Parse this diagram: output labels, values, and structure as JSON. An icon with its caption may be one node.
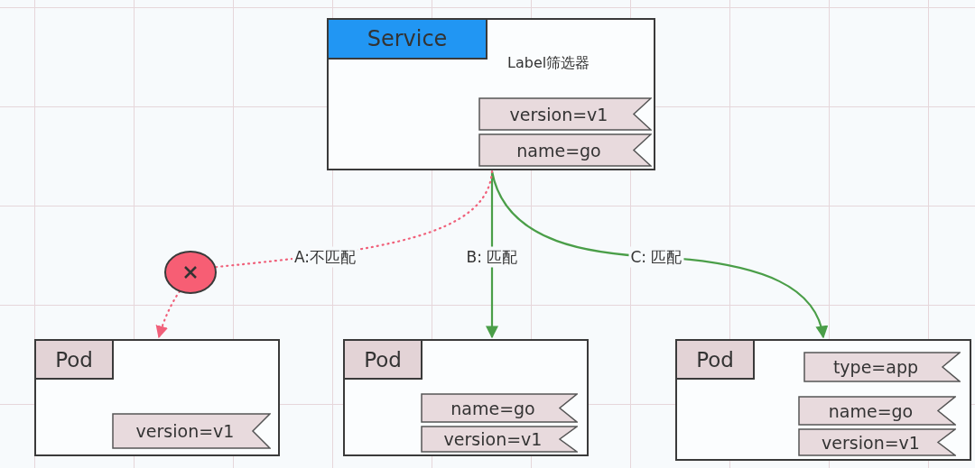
{
  "diagram": {
    "nodes": [
      {
        "text": [
          "Service",
          "Label筛选器"
        ]
      },
      {
        "text": [
          "version=v1"
        ],
        "in": 0
      },
      {
        "text": [
          "name=go"
        ],
        "in": 0
      },
      {
        "text": [],
        "shape": "circle"
      },
      {
        "text": [
          "Pod"
        ]
      },
      {
        "text": [
          "version=v1"
        ],
        "in": 4
      },
      {
        "text": [
          "Pod"
        ]
      },
      {
        "text": [
          "name=go"
        ],
        "in": 6
      },
      {
        "text": [
          "version=v1"
        ],
        "in": 6
      },
      {
        "text": [
          "Pod"
        ]
      },
      {
        "text": [
          "type=app"
        ],
        "in": 9
      },
      {
        "text": [
          "name=go"
        ],
        "in": 9
      },
      {
        "text": [
          "version=v1"
        ],
        "in": 9
      }
    ],
    "edges": [
      {
        "from": 0,
        "to": 3,
        "arrow": "none",
        "label": "A:不匹配",
        "style": "dashed",
        "color": "#f0607a"
      },
      {
        "from": 3,
        "to": 4,
        "arrow": "to",
        "style": "dashed",
        "color": "#f0607a"
      },
      {
        "from": 0,
        "to": 6,
        "arrow": "to",
        "label": "B: 匹配",
        "color": "#4a9e48"
      },
      {
        "from": 0,
        "to": 9,
        "arrow": "to",
        "label": "C: 匹配",
        "color": "#4a9e48"
      }
    ]
  }
}
